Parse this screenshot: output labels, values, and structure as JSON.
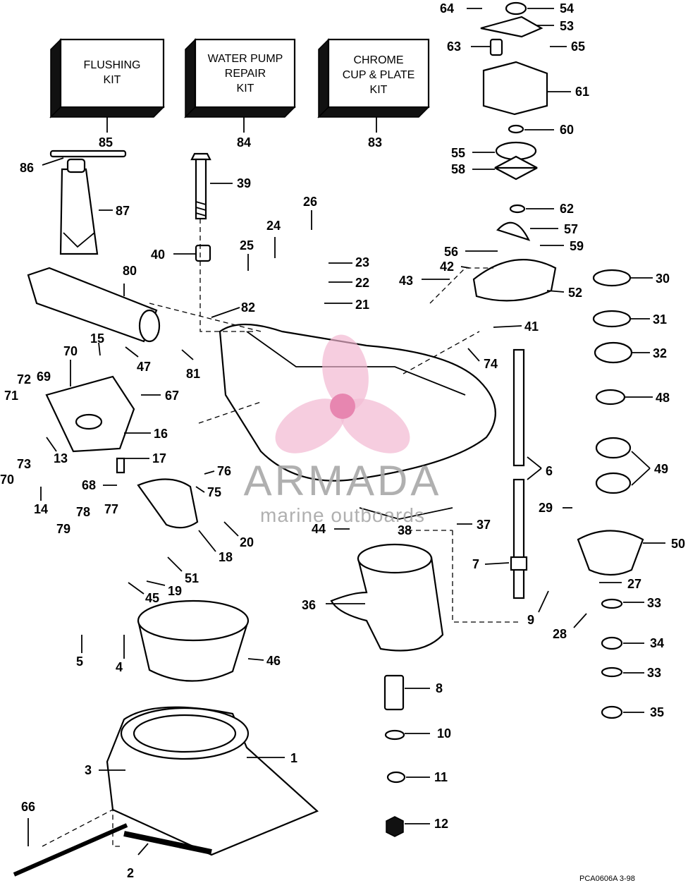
{
  "kits": [
    {
      "number": "85",
      "lines": [
        "FLUSHING",
        "KIT"
      ]
    },
    {
      "number": "84",
      "lines": [
        "WATER PUMP",
        "REPAIR",
        "KIT"
      ]
    },
    {
      "number": "83",
      "lines": [
        "CHROME",
        "CUP & PLATE",
        "KIT"
      ]
    }
  ],
  "callouts": [
    "1",
    "2",
    "3",
    "4",
    "5",
    "6",
    "7",
    "8",
    "9",
    "10",
    "11",
    "12",
    "13",
    "14",
    "15",
    "16",
    "17",
    "18",
    "19",
    "20",
    "21",
    "22",
    "23",
    "24",
    "25",
    "26",
    "27",
    "28",
    "29",
    "30",
    "31",
    "32",
    "33",
    "33",
    "34",
    "35",
    "36",
    "37",
    "38",
    "39",
    "40",
    "41",
    "42",
    "43",
    "44",
    "45",
    "46",
    "47",
    "48",
    "49",
    "50",
    "51",
    "52",
    "53",
    "54",
    "55",
    "56",
    "57",
    "58",
    "59",
    "60",
    "61",
    "62",
    "63",
    "64",
    "65",
    "66",
    "67",
    "68",
    "69",
    "70",
    "70",
    "71",
    "72",
    "73",
    "74",
    "75",
    "76",
    "77",
    "78",
    "79",
    "80",
    "81",
    "82",
    "83",
    "84",
    "85",
    "86",
    "87"
  ],
  "watermark": {
    "brand": "ARMADA",
    "tagline": "marine outboards"
  },
  "figure_code": "PCA0606A   3-98"
}
